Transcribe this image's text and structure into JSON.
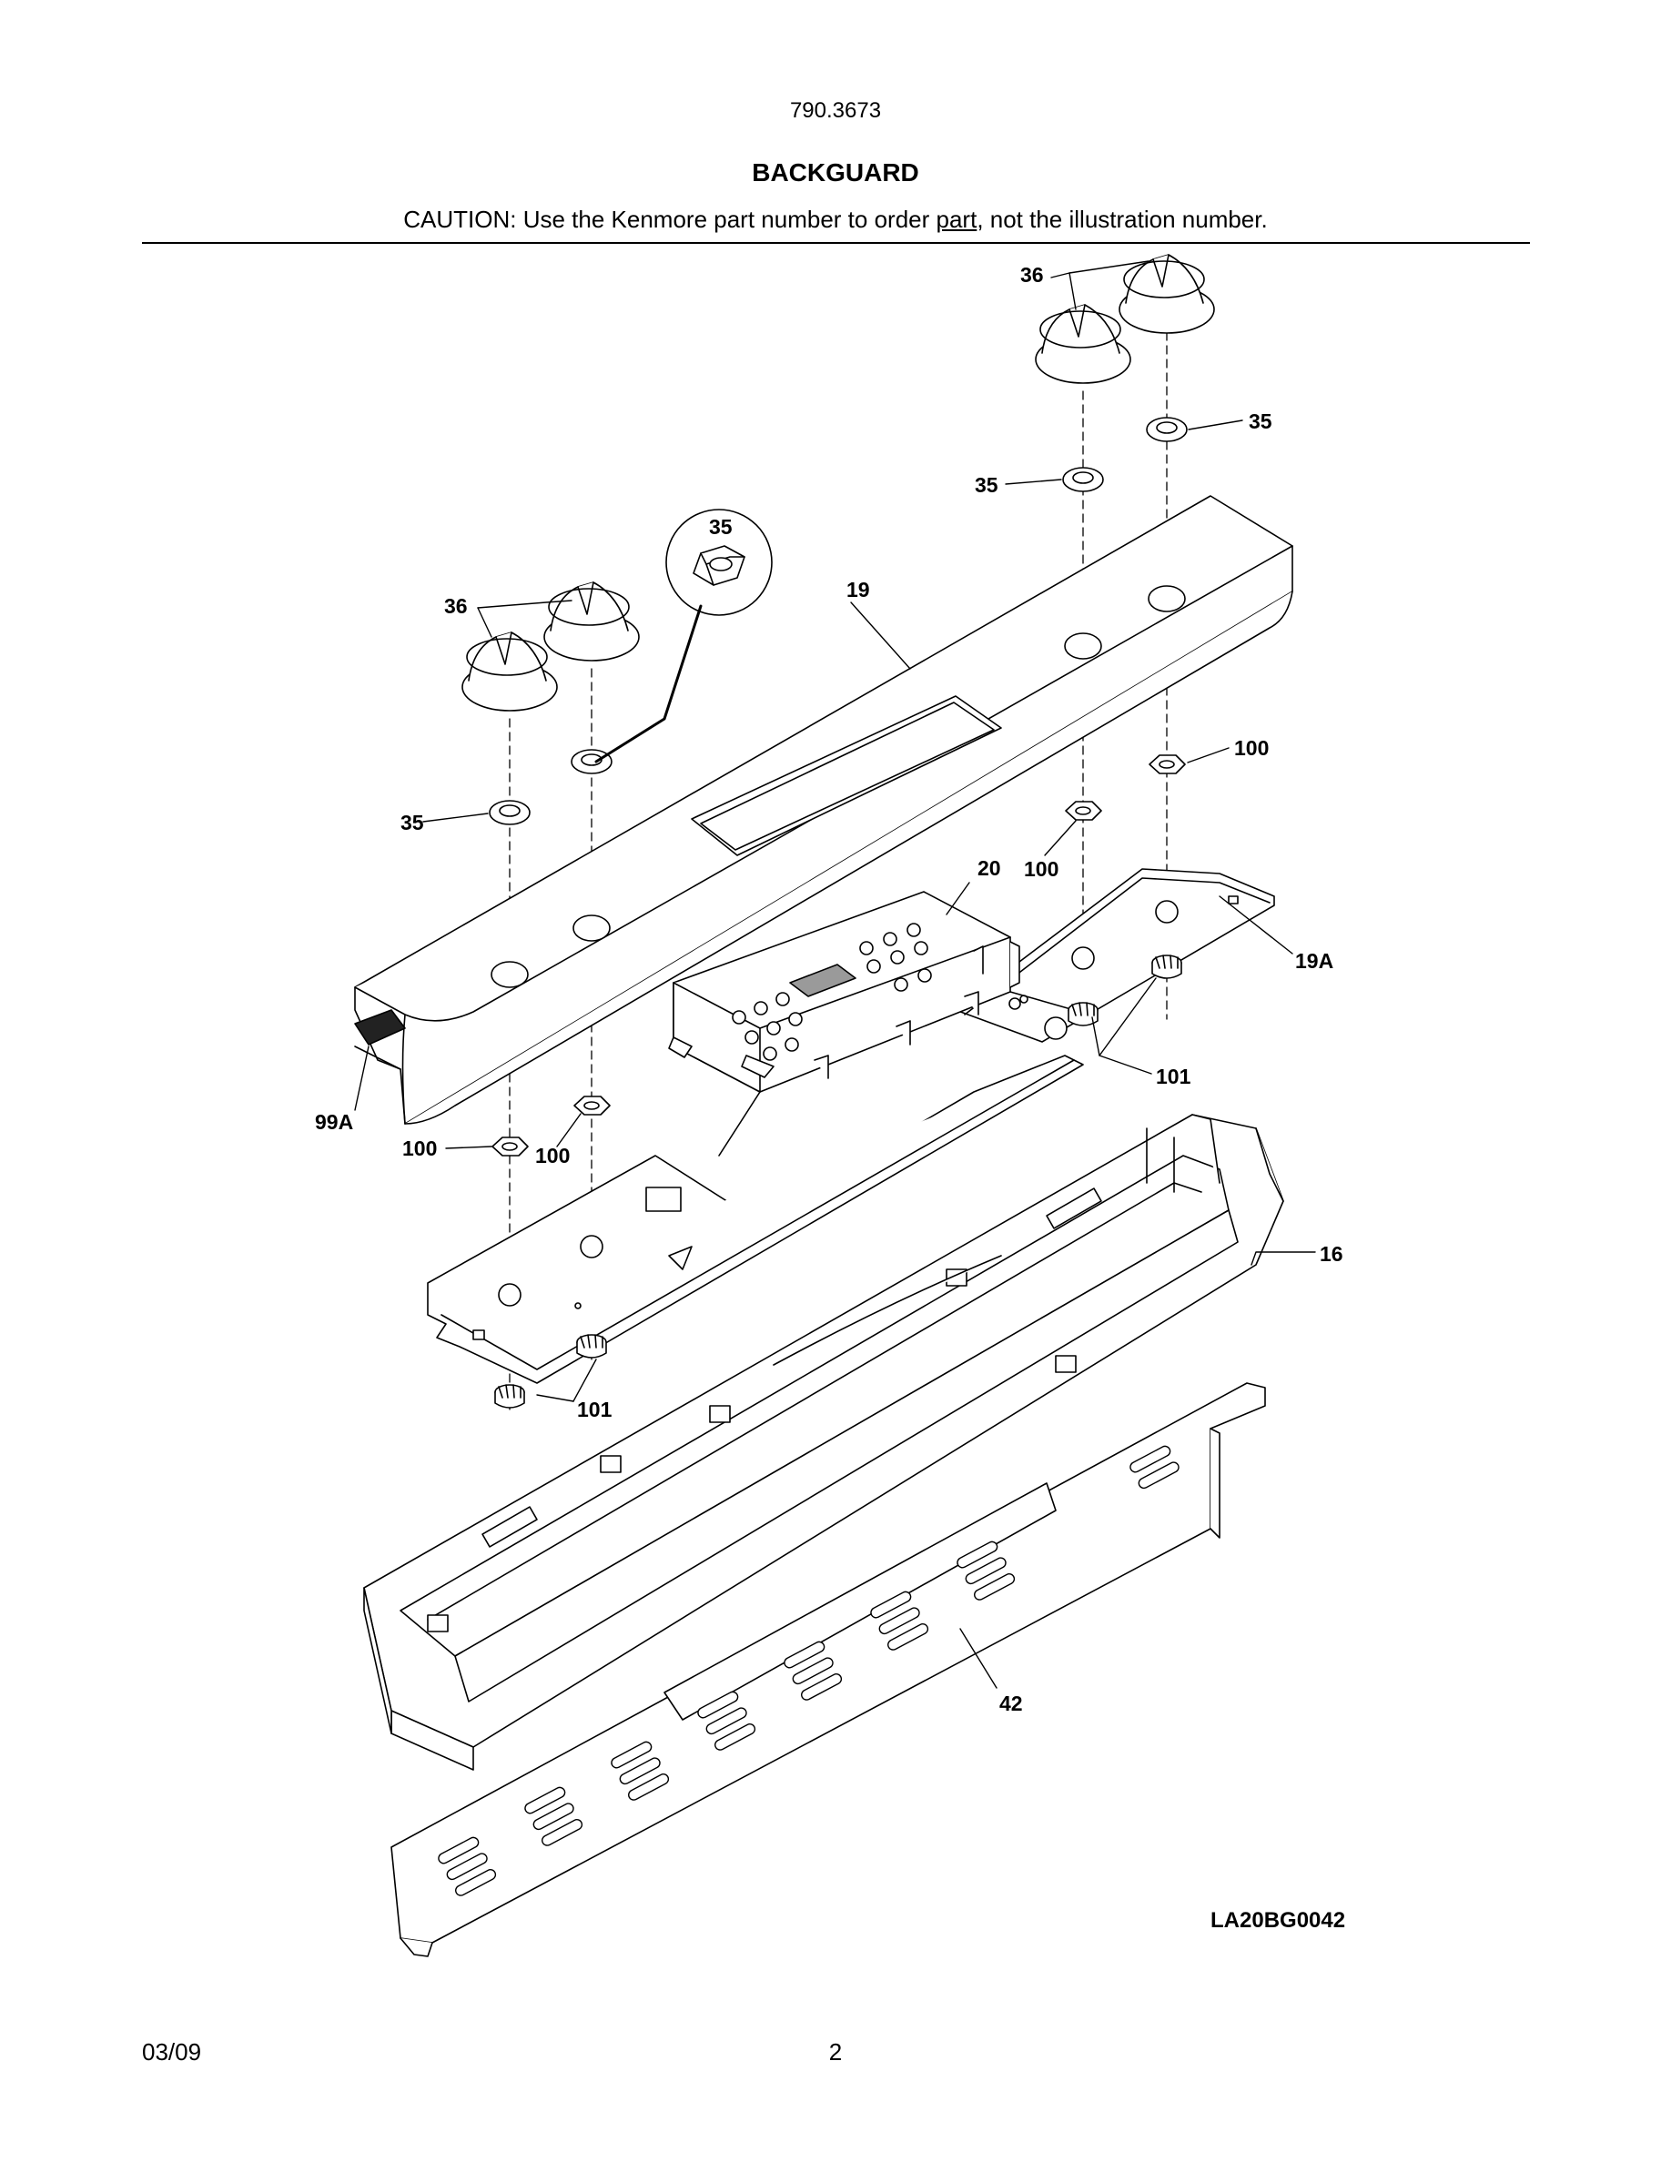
{
  "header": {
    "model_number": "790.3673",
    "title": "BACKGUARD",
    "caution_prefix": "CAUTION: Use the Kenmore part number to order ",
    "caution_underlined": "part",
    "caution_suffix": ", not the illustration number."
  },
  "callouts": {
    "knob_right": "36",
    "retainer_right_upper": "35",
    "retainer_right_lower": "35",
    "detail_circle": "35",
    "knob_left": "36",
    "panel": "19",
    "nut_right": "100",
    "nut_center_right": "100",
    "control": "20",
    "retainer_left": "35",
    "bracket": "19A",
    "insulation": "99A",
    "spacer_right": "101",
    "nut_left": "100",
    "nut_center_left": "100",
    "frame": "16",
    "spacer_left": "101",
    "vent_trim": "42"
  },
  "figure_code": "LA20BG0042",
  "footer": {
    "date": "03/09",
    "page_number": "2"
  },
  "colors": {
    "ink": "#000000",
    "paper": "#ffffff",
    "display_window": "#9a9a9a",
    "insulation": "#222222"
  }
}
